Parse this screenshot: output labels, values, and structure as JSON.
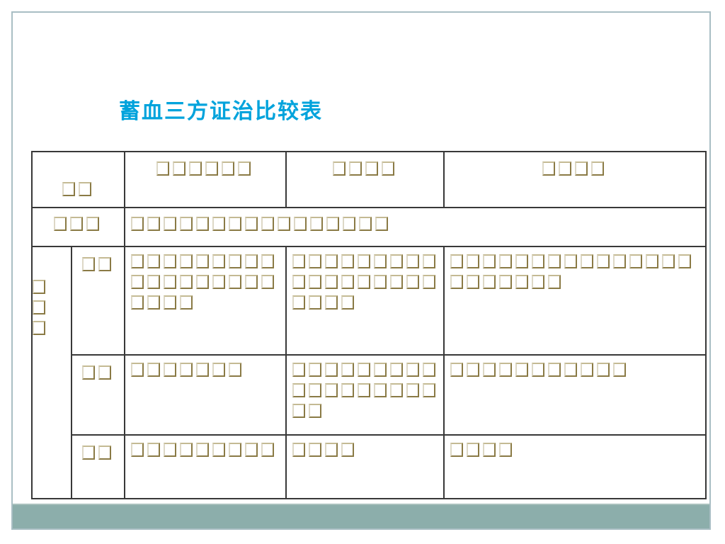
{
  "slide": {
    "title": "蓄血三方证治比较表",
    "note": "All table body text appears as hollow missing-glyph placeholder boxes in the screenshot; counts of boxes per cell are recorded below."
  },
  "colors": {
    "background": "#ffffff",
    "title": "#00a3dc",
    "frame_border": "#a9bec4",
    "footer_bar": "#8caeab",
    "footer_bar_edge": "#aac1be",
    "table_grid": "#383838",
    "box_dark": "#8a7a45",
    "box_mid": "#c4ba93",
    "box_light": "#ddd8c6"
  },
  "table": {
    "header_row": {
      "row_label_boxes": 2,
      "col1_boxes": 6,
      "col2_boxes": 4,
      "col3_boxes": 4
    },
    "shared_row": {
      "label_boxes": 3,
      "content_boxes": 16
    },
    "group_rows": {
      "side_label_boxes": 3,
      "rows": [
        {
          "sub_label_boxes": 2,
          "col1_boxes": 22,
          "col2_boxes": 22,
          "col3_boxes": 22
        },
        {
          "sub_label_boxes": 2,
          "col1_boxes": 7,
          "col2_boxes": 20,
          "col3_boxes": 11
        },
        {
          "sub_label_boxes": 2,
          "col1_boxes": 9,
          "col2_boxes": 4,
          "col3_boxes": 4
        }
      ]
    }
  }
}
